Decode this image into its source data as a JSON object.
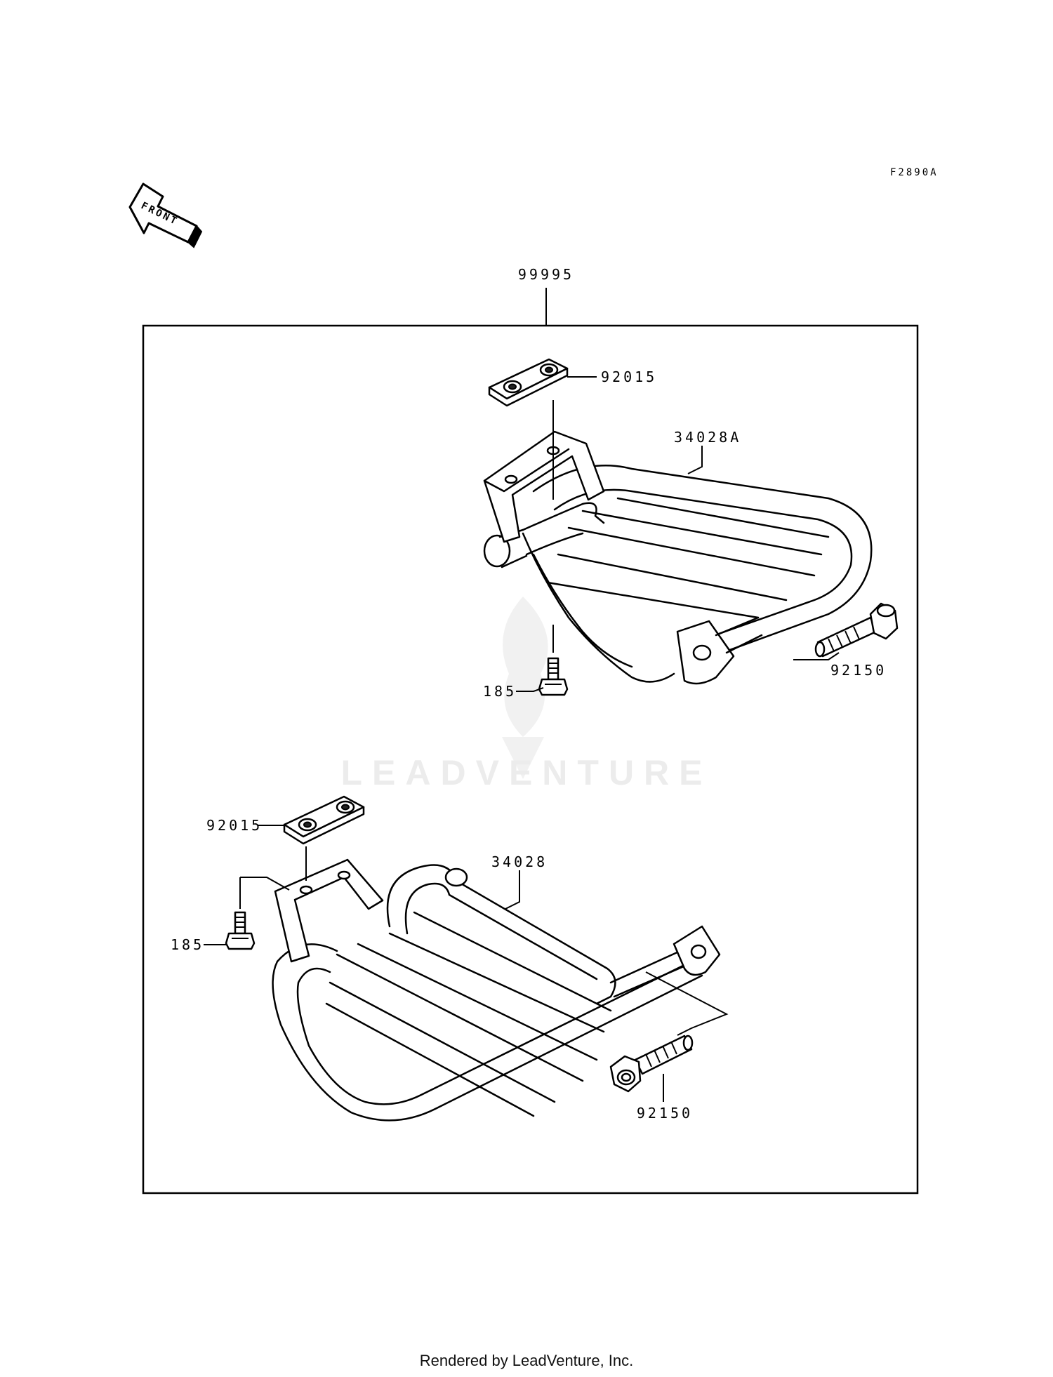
{
  "figure_code": "F2890A",
  "front_marker": {
    "text": "FRONT",
    "icon": "front-arrow-icon"
  },
  "watermark": {
    "text": "LEADVENTURE",
    "icon": "leadventure-logo-icon"
  },
  "footer": "Rendered by LeadVenture, Inc.",
  "callouts": {
    "assembly": "99995",
    "upper_plate": "92015",
    "upper_step": "34028A",
    "upper_bolt_large": "92150",
    "upper_bolt_small": "185",
    "lower_plate": "92015",
    "lower_step": "34028",
    "lower_bolt_small": "185",
    "lower_bolt_large": "92150"
  }
}
